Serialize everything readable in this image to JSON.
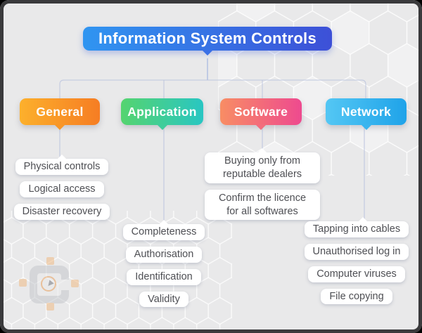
{
  "title": "Information System Controls",
  "root": {
    "color_start": "#3095f1",
    "color_end": "#3d50d7",
    "tail_color": "#3a70e6"
  },
  "branches": [
    {
      "label": "General",
      "color_start": "#fcb02c",
      "color_end": "#f67d23",
      "tail_color": "#f89627",
      "items": [
        "Physical controls",
        "Logical access",
        "Disaster recovery"
      ]
    },
    {
      "label": "Application",
      "color_start": "#55d46f",
      "color_end": "#29c6c2",
      "tail_color": "#3fcd9b",
      "items": [
        "Completeness",
        "Authorisation",
        "Identification",
        "Validity"
      ]
    },
    {
      "label": "Software",
      "color_start": "#f88d64",
      "color_end": "#ee4a8f",
      "tail_color": "#f36d7d",
      "items": [
        "Buying only from reputable dealers",
        "Confirm the licence for all softwares"
      ]
    },
    {
      "label": "Network",
      "color_start": "#54c7f4",
      "color_end": "#1fa3e9",
      "tail_color": "#3ab5ef",
      "items": [
        "Tapping into cables",
        "Unauthorised log in",
        "Computer viruses",
        "File copying"
      ]
    }
  ],
  "connector_color": "#b9c3de",
  "background_color": "#e9e9ea",
  "frame_color": "#3a3a3c",
  "watermark_icon": "compass-logo-icon"
}
